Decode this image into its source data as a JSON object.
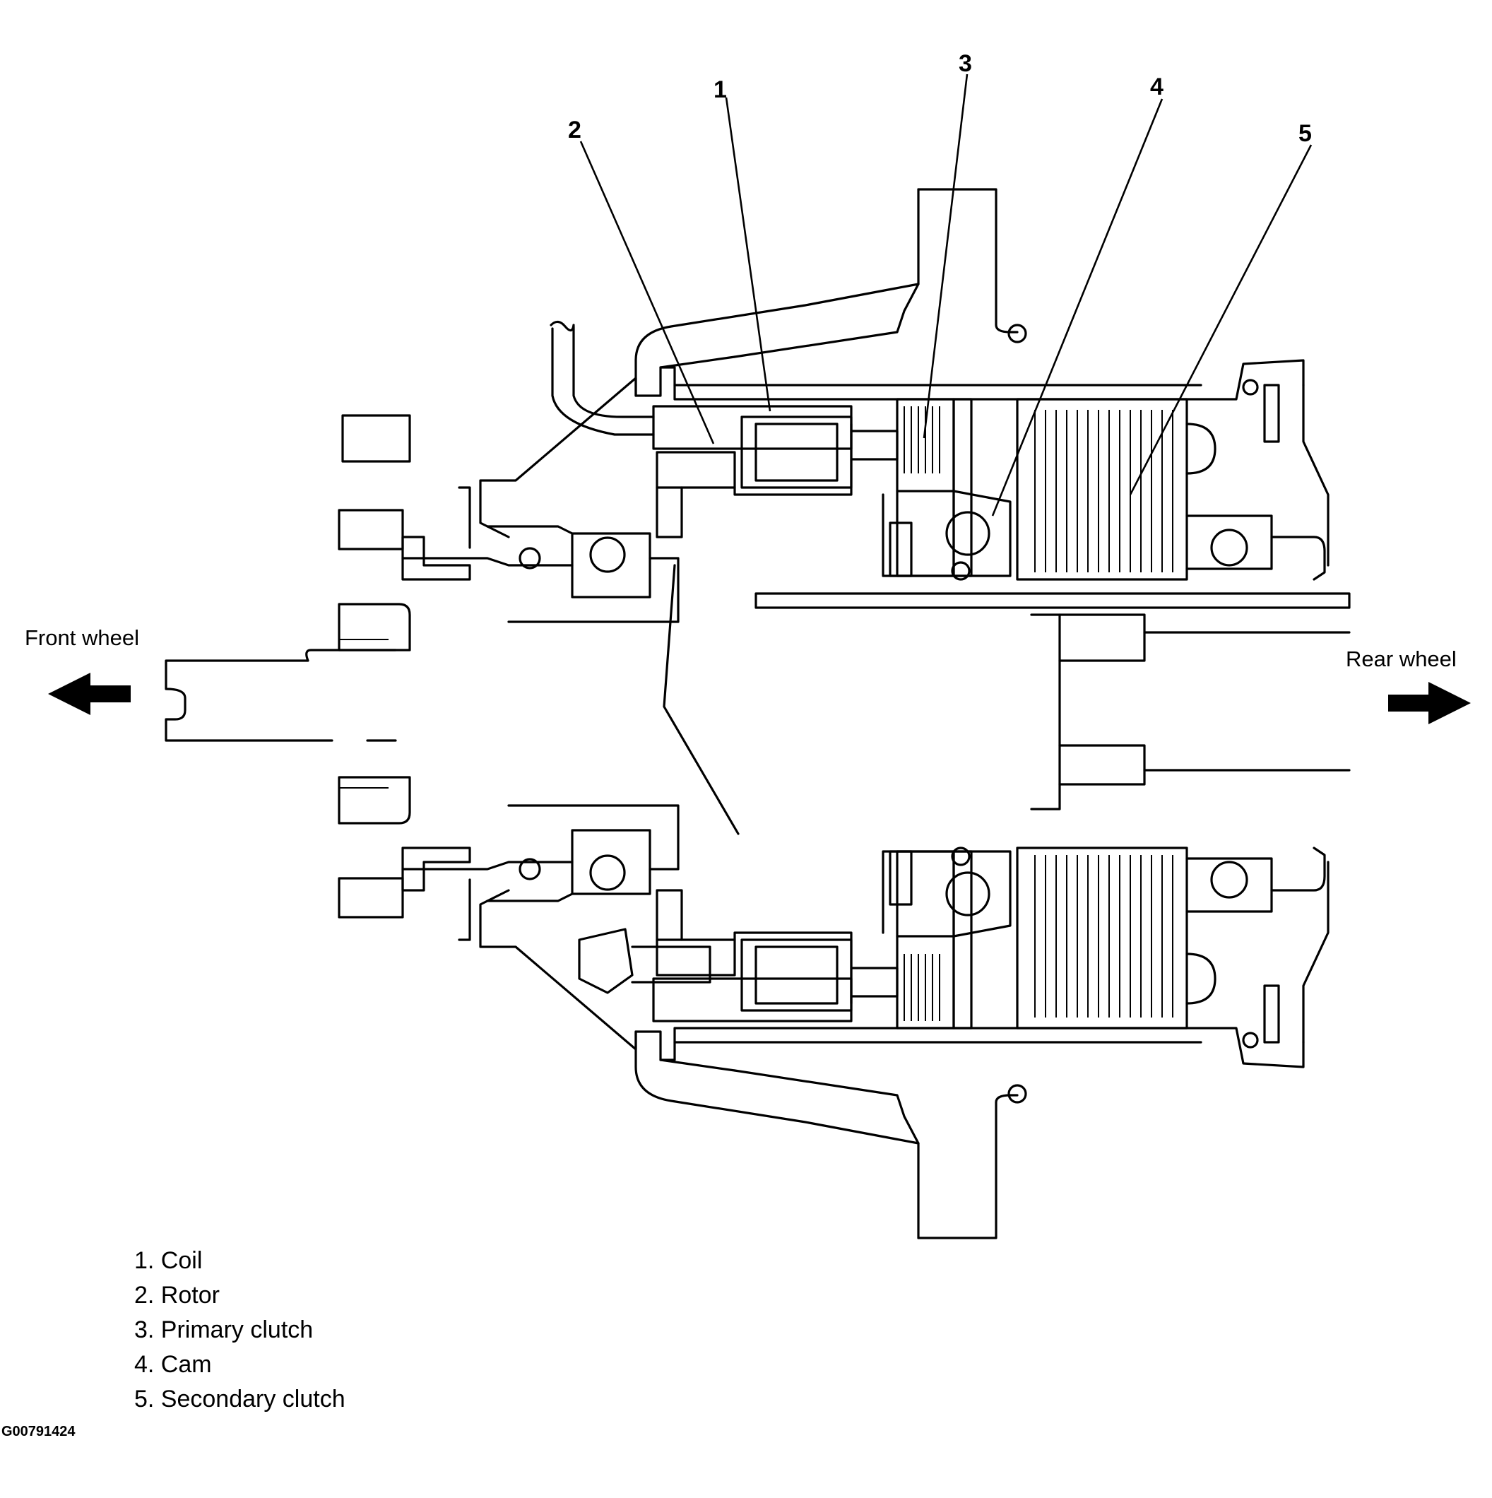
{
  "callouts": [
    "1",
    "2",
    "3",
    "4",
    "5"
  ],
  "directions": {
    "front": "Front wheel",
    "rear": "Rear wheel"
  },
  "legend": [
    "1. Coil",
    "2. Rotor",
    "3. Primary clutch",
    "4. Cam",
    "5. Secondary clutch"
  ],
  "figure_id": "G00791424"
}
